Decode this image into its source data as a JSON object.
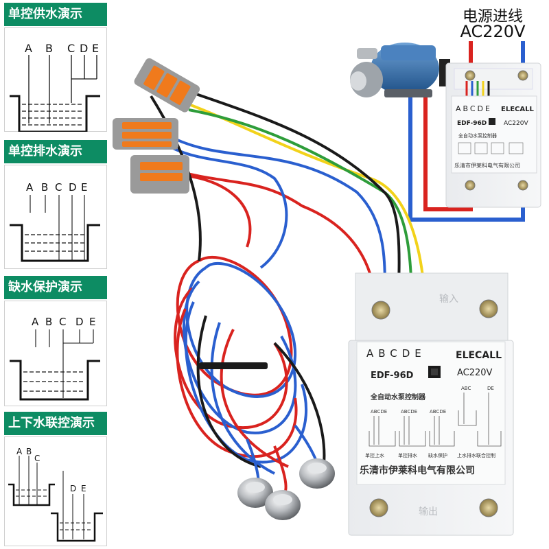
{
  "demo_panels": [
    {
      "title": "单控供水演示",
      "labels": [
        "A",
        "B",
        "C",
        "D",
        "E"
      ]
    },
    {
      "title": "单控排水演示",
      "labels": [
        "A",
        "B",
        "C",
        "D",
        "E"
      ]
    },
    {
      "title": "缺水保护演示",
      "labels": [
        "A",
        "B",
        "C",
        "D",
        "E"
      ]
    },
    {
      "title": "上下水联控演示",
      "labels": [
        "A",
        "B",
        "C",
        "D",
        "E"
      ]
    }
  ],
  "power_input": {
    "title": "电源进线",
    "voltage": "AC220V"
  },
  "controller": {
    "terminals": "ABCDE",
    "brand": "ELECALL",
    "model": "EDF-96D",
    "voltage": "AC220V",
    "product_name": "全自动水泵控制器",
    "mini_label": "ABCDE",
    "mini_label_ab": "ABC",
    "mini_label_de": "DE",
    "mode_labels": [
      "单控上水",
      "单控排水",
      "缺水保护",
      "上水排水联合控制"
    ],
    "company": "乐清市伊莱科电气有限公司",
    "input_mark": "输入",
    "output_mark": "输出"
  },
  "colors": {
    "panel_green": "#0d8c63",
    "wire_red": "#d9231f",
    "wire_blue": "#2a5fcf",
    "wire_black": "#1a1a1a",
    "wire_green": "#2e9d3a",
    "wire_yellow": "#f2d21a",
    "connector_orange": "#f07a1c",
    "connector_gray": "#9a9a9a"
  },
  "icons": [
    "water-pump-icon",
    "probe-electrode-icon",
    "wire-connector-icon",
    "terminal-screw-icon"
  ]
}
